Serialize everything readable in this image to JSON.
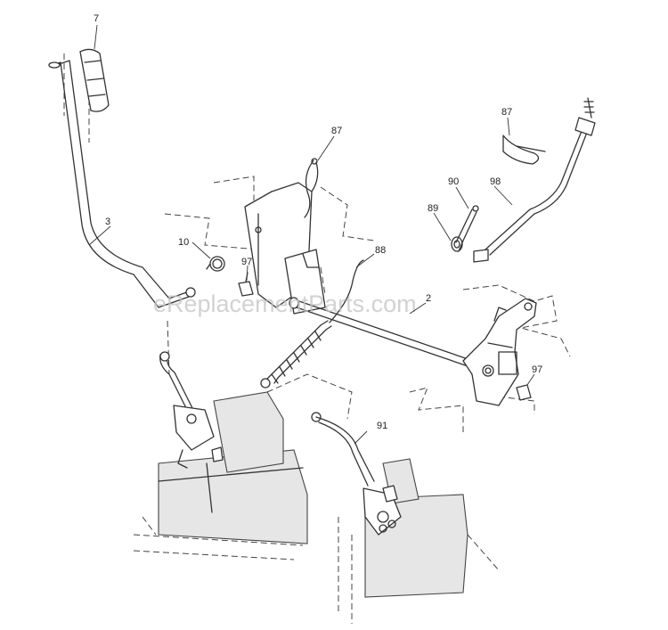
{
  "watermark": "eReplacementParts.com",
  "callouts": {
    "c7": "7",
    "c3": "3",
    "c10": "10",
    "c97a": "97",
    "c87a": "87",
    "c88": "88",
    "c2": "2",
    "c87b": "87",
    "c90": "90",
    "c98": "98",
    "c89": "89",
    "c97b": "97",
    "c91": "91"
  },
  "colors": {
    "line": "#333333",
    "shade": "#e6e6e6",
    "watermark": "#c4c4c4"
  }
}
